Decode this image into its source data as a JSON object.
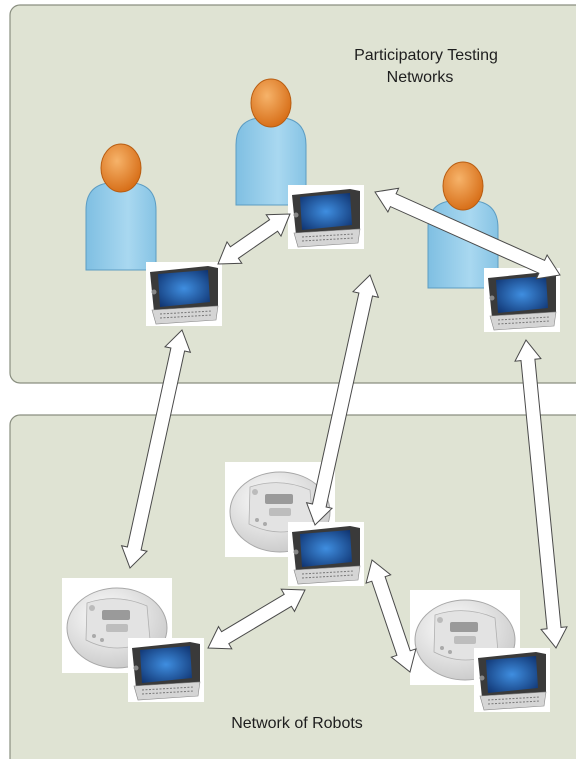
{
  "top_panel": {
    "label_line1": "Participatory Testing",
    "label_line2": "Networks",
    "fill": "#dfe3d3"
  },
  "bottom_panel": {
    "label": "Network of Robots",
    "fill": "#dfe3d3"
  },
  "colors": {
    "panel_border": "#8a8f80",
    "person_head": "#e6852c",
    "person_body": "#9fd0ea",
    "arrow_fill": "#ffffff",
    "arrow_stroke": "#4a4a4a",
    "device_screen": "#1c5fb0",
    "robot_body": "#eeeeee"
  },
  "icons": [
    "person-icon",
    "handheld-device-icon",
    "robot-icon",
    "double-arrow"
  ]
}
